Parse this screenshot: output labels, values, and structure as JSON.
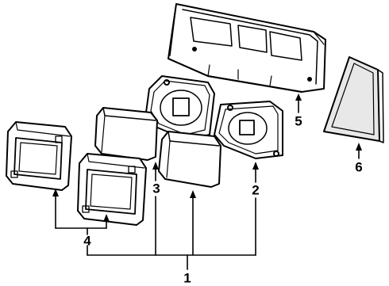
{
  "diagram": {
    "type": "exploded parts illustration",
    "callouts": [
      {
        "id": "1",
        "label": "1"
      },
      {
        "id": "2",
        "label": "2"
      },
      {
        "id": "3",
        "label": "3"
      },
      {
        "id": "4",
        "label": "4"
      },
      {
        "id": "5",
        "label": "5"
      },
      {
        "id": "6",
        "label": "6"
      }
    ],
    "colors": {
      "ink": "#000000",
      "background": "#ffffff",
      "panel_shade": "#e8e8e8"
    }
  }
}
